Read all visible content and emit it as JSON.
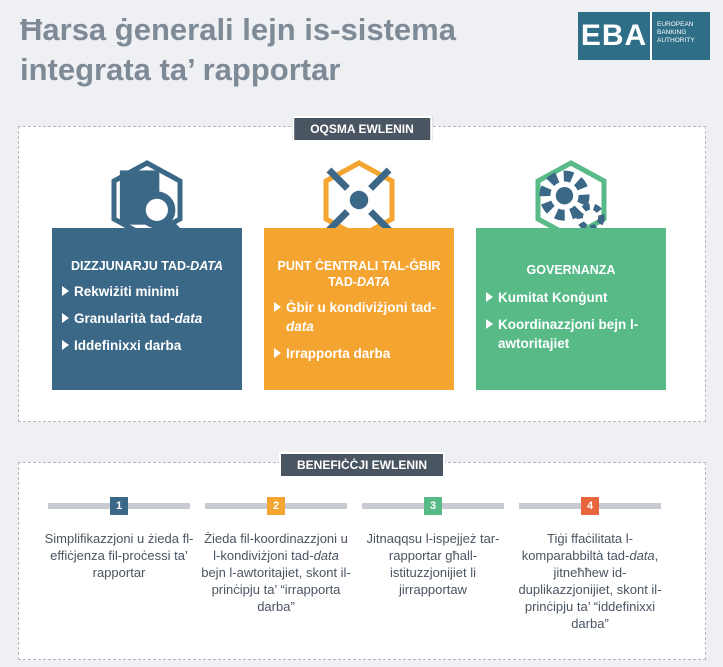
{
  "title": {
    "line1": "Ħarsa ġenerali lejn is-sistema",
    "line2": "integrata ta’ rapportar"
  },
  "logo": {
    "main": "EBA",
    "line1": "EUROPEAN",
    "line2": "BANKING",
    "line3": "AUTHORITY"
  },
  "key_elements": {
    "label": "OQSMA EWLENIN",
    "pillars": [
      {
        "icon": "data-search-icon",
        "title_prefix": "DIZZJUNARJU TAD-",
        "title_italic": "DATA",
        "color": "#3c6888",
        "items": [
          {
            "text": "Rekwiżiti minimi",
            "italic": ""
          },
          {
            "text": "Granularità tad-",
            "italic": "data"
          },
          {
            "text": "Iddefinixxi darba",
            "italic": ""
          }
        ]
      },
      {
        "icon": "collect-arrows-icon",
        "title_prefix": "PUNT ĊENTRALI TAL-ĠBIR TAD-",
        "title_italic": "DATA",
        "color": "#f4a431",
        "items": [
          {
            "text": "Ġbir u kondiviżjoni tad-",
            "italic": "data"
          },
          {
            "text": "Irrapporta darba",
            "italic": ""
          }
        ]
      },
      {
        "icon": "gear-people-icon",
        "title_prefix": "GOVERNANZA",
        "title_italic": "",
        "color": "#57ba87",
        "items": [
          {
            "text": "Kumitat Konġunt",
            "italic": ""
          },
          {
            "text": "Koordinazzjoni bejn l-awtoritajiet",
            "italic": ""
          }
        ]
      }
    ]
  },
  "benefits": {
    "label": "BENEFIĊĊJI EWLENIN",
    "items": [
      {
        "number": "1",
        "color": "#3c6888",
        "text_pre": "Simplifikazzjoni u żieda fl-effiċjenza fil-proċessi ta’ rapportar",
        "italic": "",
        "text_post": ""
      },
      {
        "number": "2",
        "color": "#f4a431",
        "text_pre": "Żieda fil-koordinazzjoni u l-kondiviżjoni tad-",
        "italic": "data",
        "text_post": " bejn l-awtoritajiet, skont il-prinċipju ta’ “irrapporta darba”"
      },
      {
        "number": "3",
        "color": "#57ba87",
        "text_pre": "Jitnaqqsu l-ispejjeż tar-rapportar għall-istituzzjonijiet li jirrapportaw",
        "italic": "",
        "text_post": ""
      },
      {
        "number": "4",
        "color": "#e8663d",
        "text_pre": "Tiġi ffaċilitata l-komparabbiltà tad-",
        "italic": "data",
        "text_post": ", jitneħħew id-duplikazzjonijiet, skont il-prinċipju ta’ “iddefinixxi darba”"
      }
    ]
  }
}
